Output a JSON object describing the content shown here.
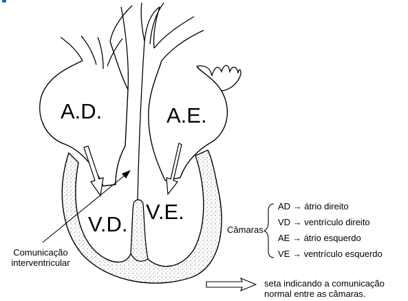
{
  "chambers": {
    "ad": "A.D.",
    "ae": "A.E.",
    "vd": "V.D.",
    "ve": "V.E."
  },
  "annotation": {
    "line1": "Comunicação",
    "line2": "interventricular"
  },
  "legend": {
    "title": "Câmaras",
    "items": [
      "AD → átrio direito",
      "VD → ventrículo direito",
      "AE → átrio esquerdo",
      "VE → ventrículo esquerdo"
    ]
  },
  "arrow_note": {
    "line1": "seta indicando a comunicação",
    "line2": "normal entre as câmaras."
  },
  "colors": {
    "accent": "#1f5fbf",
    "ink": "#000000"
  }
}
